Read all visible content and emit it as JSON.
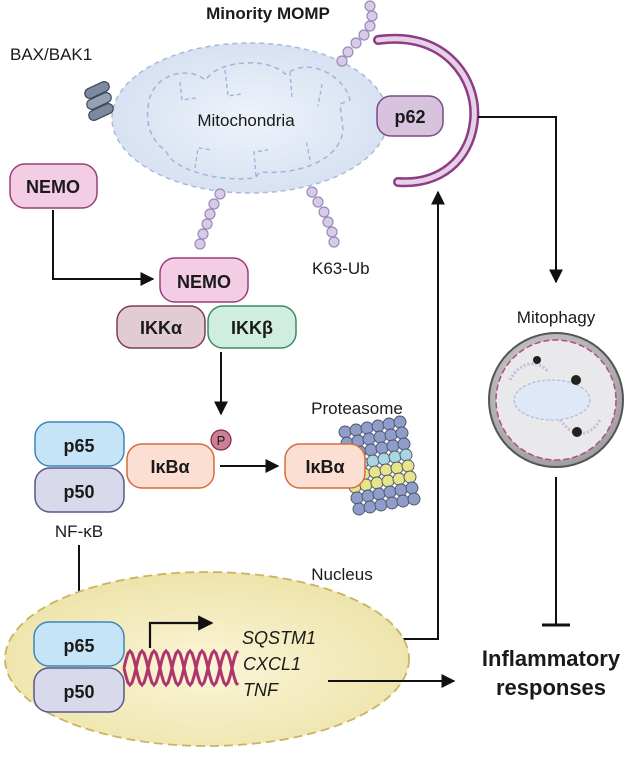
{
  "labels": {
    "minority_momp": "Minority MOMP",
    "bax_bak1": "BAX/BAK1",
    "mitochondria": "Mitochondria",
    "p62": "p62",
    "nemo_free": "NEMO",
    "nemo_complex": "NEMO",
    "k63_ub": "K63-Ub",
    "ikk_alpha": "IKKα",
    "ikk_beta": "IKKβ",
    "mitophagy": "Mitophagy",
    "phospho": "P",
    "proteasome": "Proteasome",
    "p65_top": "p65",
    "p50_top": "p50",
    "ikba_1": "IκBα",
    "ikba_2": "IκBα",
    "nfkb": "NF-κB",
    "nucleus": "Nucleus",
    "p65_bottom": "p65",
    "p50_bottom": "p50",
    "gene_1": "SQSTM1",
    "gene_2": "CXCL1",
    "gene_3": "TNF",
    "inflammatory_1": "Inflammatory",
    "inflammatory_2": "responses"
  }
}
